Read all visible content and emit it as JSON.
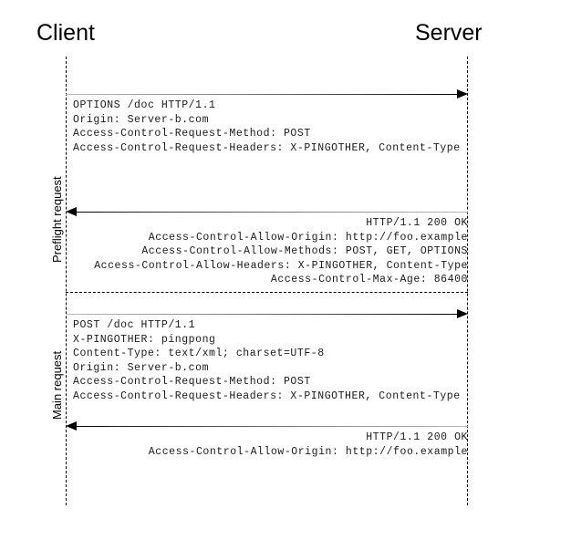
{
  "diagram": {
    "type": "sequence-diagram",
    "participants": [
      {
        "id": "client",
        "label": "Client"
      },
      {
        "id": "server",
        "label": "Server"
      }
    ],
    "sections": [
      {
        "id": "preflight",
        "label": "Preflight request"
      },
      {
        "id": "main",
        "label": "Main request"
      }
    ],
    "messages": [
      {
        "id": "preflight-request",
        "direction": "client-to-server",
        "section": "preflight",
        "align": "left",
        "lines": [
          "OPTIONS /doc HTTP/1.1",
          "Origin: Server-b.com",
          "Access-Control-Request-Method: POST",
          "Access-Control-Request-Headers: X-PINGOTHER, Content-Type"
        ]
      },
      {
        "id": "preflight-response",
        "direction": "server-to-client",
        "section": "preflight",
        "align": "right",
        "lines": [
          "HTTP/1.1 200 OK",
          "Access-Control-Allow-Origin: http://foo.example",
          "Access-Control-Allow-Methods: POST, GET, OPTIONS",
          "Access-Control-Allow-Headers: X-PINGOTHER, Content-Type",
          "Access-Control-Max-Age: 86400"
        ]
      },
      {
        "id": "main-request",
        "direction": "client-to-server",
        "section": "main",
        "align": "left",
        "lines": [
          "POST /doc HTTP/1.1",
          "X-PINGOTHER: pingpong",
          "Content-Type: text/xml; charset=UTF-8",
          "Origin: Server-b.com",
          "Access-Control-Request-Method: POST",
          "Access-Control-Request-Headers: X-PINGOTHER, Content-Type"
        ]
      },
      {
        "id": "main-response",
        "direction": "server-to-client",
        "section": "main",
        "align": "right",
        "lines": [
          "HTTP/1.1 200 OK",
          "Access-Control-Allow-Origin: http://foo.example"
        ]
      }
    ],
    "colors": {
      "background": "#ffffff",
      "text": "#000000",
      "message_text": "#1b1b1b",
      "lifeline": "#000000",
      "arrow_head": "#000000",
      "arrow_shaft_start": "#b9b9b9",
      "arrow_shaft_end": "#000000"
    }
  }
}
